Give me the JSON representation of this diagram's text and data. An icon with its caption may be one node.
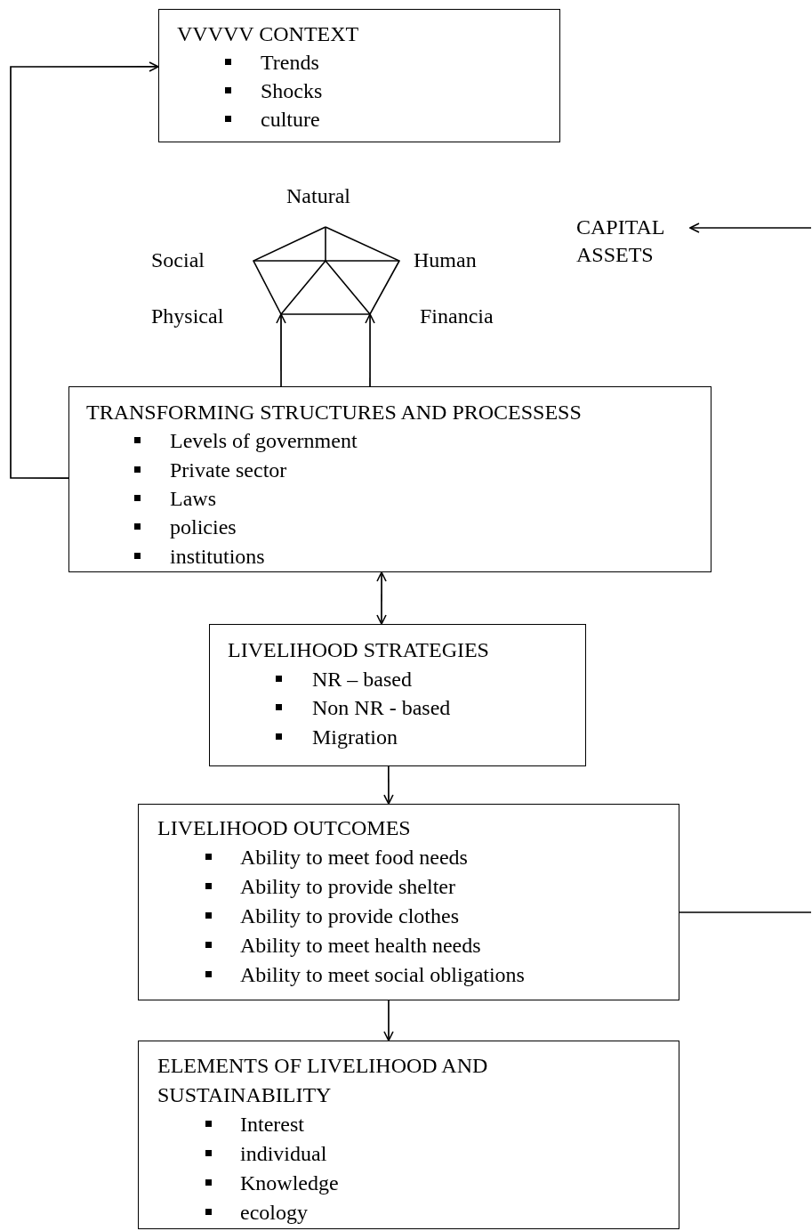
{
  "diagram": {
    "nodes": [
      {
        "text": [
          "VVVVV CONTEXT",
          "Trends",
          "Shocks",
          "culture"
        ]
      },
      {
        "text": [],
        "shape": "pentagon",
        "beside": [
          "Natural",
          "Social",
          "Human",
          "Physical",
          "Financia"
        ]
      },
      {
        "text": [
          "CAPITAL ASSETS"
        ]
      },
      {
        "text": [
          "TRANSFORMING STRUCTURES AND PROCESSESS",
          "Levels of government",
          "Private sector",
          "Laws",
          "policies",
          "institutions"
        ]
      },
      {
        "text": [
          "LIVELIHOOD STRATEGIES",
          "NR – based",
          "Non NR - based",
          "Migration"
        ]
      },
      {
        "text": [
          "LIVELIHOOD OUTCOMES",
          "Ability to meet food needs",
          "Ability to provide shelter",
          "Ability to provide clothes",
          "Ability to meet health needs",
          "Ability to meet social obligations"
        ]
      },
      {
        "text": [
          "ELEMENTS OF LIVELIHOOD AND SUSTAINABILITY",
          "Interest",
          "individual",
          "Knowledge",
          "ecology"
        ]
      }
    ],
    "edges": [
      {
        "from": 3,
        "to": 0,
        "arrow": "to"
      },
      {
        "from": 3,
        "to": 1,
        "arrow": "to"
      },
      {
        "from": 3,
        "to": 1,
        "arrow": "to"
      },
      {
        "from": null,
        "to": 2,
        "arrow": "to"
      },
      {
        "from": 3,
        "to": 4,
        "arrow": "both"
      },
      {
        "from": 4,
        "to": 5,
        "arrow": "to"
      },
      {
        "from": 5,
        "to": 6,
        "arrow": "to"
      },
      {
        "from": 5,
        "to": null,
        "arrow": "none"
      }
    ]
  }
}
